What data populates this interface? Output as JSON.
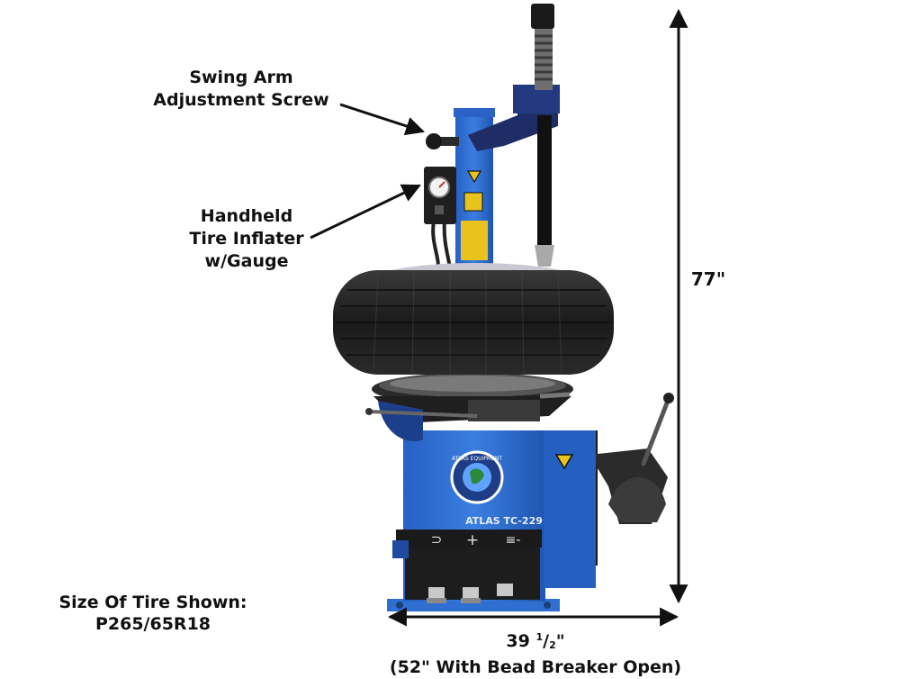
{
  "callouts": {
    "swing_arm": [
      "Swing Arm",
      "Adjustment Screw"
    ],
    "inflater": [
      "Handheld",
      "Tire Inflater",
      "w/Gauge"
    ]
  },
  "tire_size": {
    "line1": "Size Of Tire Shown:",
    "line2": "P265/65R18"
  },
  "dimensions": {
    "height": "77\"",
    "width_whole": "39",
    "width_frac_num": "1",
    "width_frac_sep": "/",
    "width_frac_den": "2",
    "width_unit": "\"",
    "width_note": "(52\" With Bead Breaker Open)"
  },
  "machine": {
    "model_label": "ATLAS TC-229",
    "logo_text": "ATLAS EQUIPMENT",
    "control_symbols": [
      "⊃",
      "+",
      "≡-"
    ]
  },
  "colors": {
    "machine_blue": "#2f6fd1",
    "tire_black": "#1c1c1c",
    "background": "#ffffff"
  }
}
